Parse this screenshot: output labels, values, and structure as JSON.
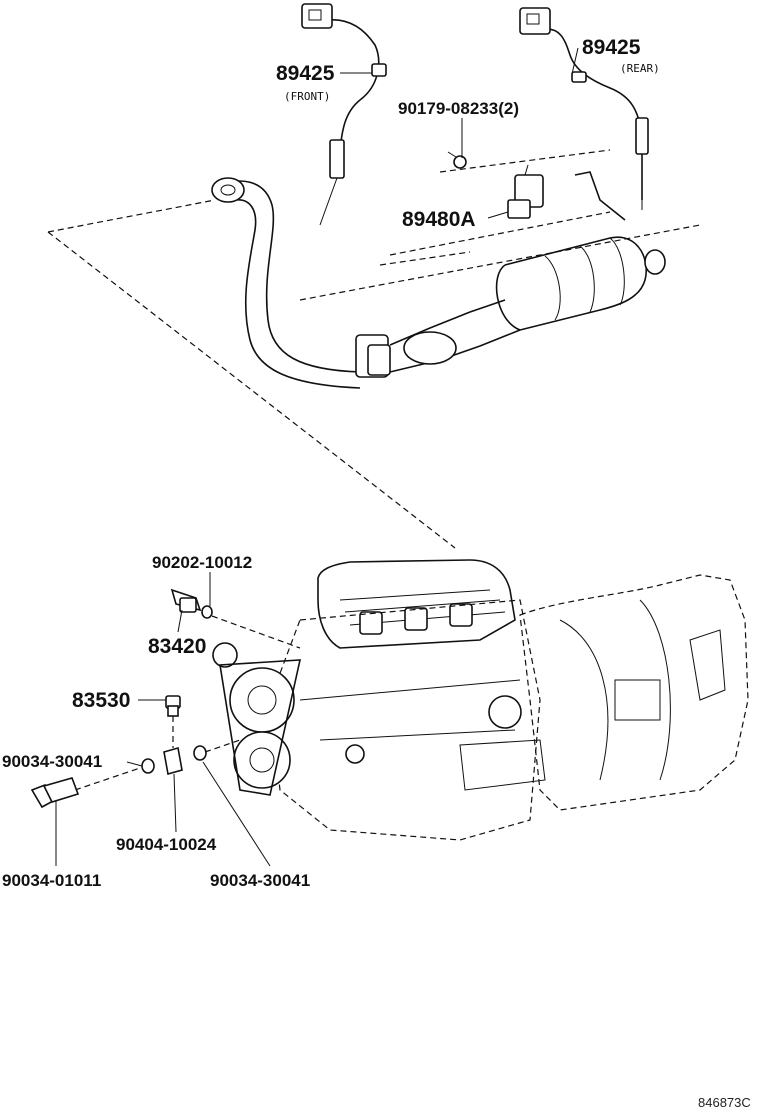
{
  "labels": {
    "sensor_front_number": "89425",
    "sensor_front_position": "(FRONT)",
    "sensor_rear_number": "89425",
    "sensor_rear_position": "(REAR)",
    "bolt_number": "90179-08233(2)",
    "bracket_number": "89480A",
    "gasket_top_number": "90202-10012",
    "switch_number": "83420",
    "sender_number": "83530",
    "gasket_left_number": "90034-30041",
    "union_number": "90404-10024",
    "gasket_right_number": "90034-30041",
    "union_bolt_number": "90034-01011",
    "diagram_code": "846873C"
  }
}
